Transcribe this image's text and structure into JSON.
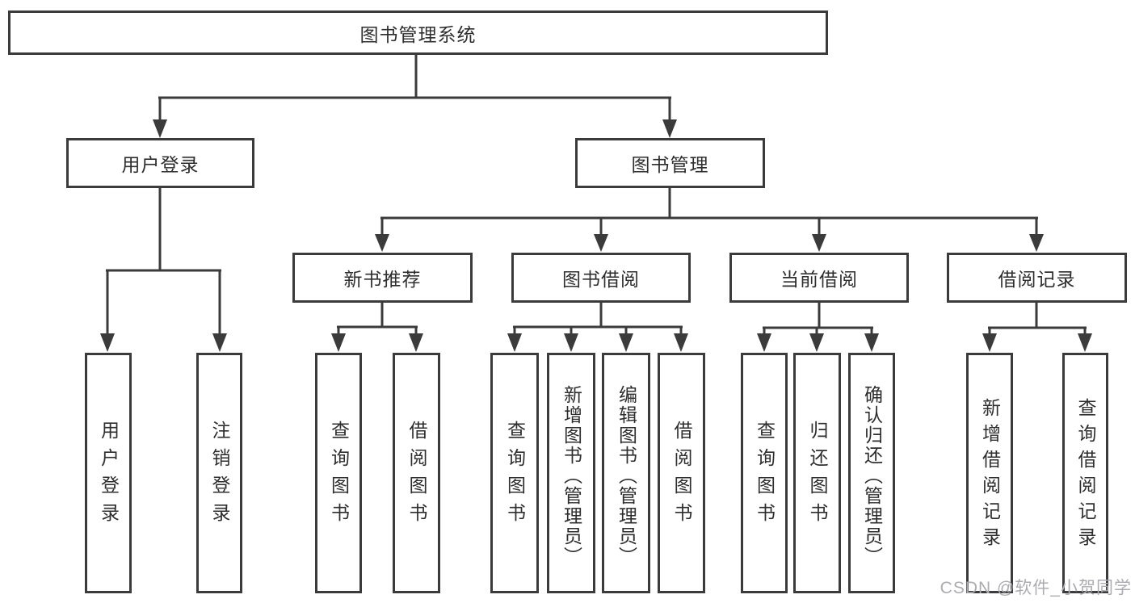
{
  "tree": {
    "label": "图书管理系统",
    "children": [
      {
        "label": "用户登录",
        "children": [
          {
            "label": "用户登录"
          },
          {
            "label": "注销登录"
          }
        ]
      },
      {
        "label": "图书管理",
        "children": [
          {
            "label": "新书推荐",
            "children": [
              {
                "label": "查询图书"
              },
              {
                "label": "借阅图书"
              }
            ]
          },
          {
            "label": "图书借阅",
            "children": [
              {
                "label": "查询图书"
              },
              {
                "label": "新增图书（管理员）"
              },
              {
                "label": "编辑图书（管理员）"
              },
              {
                "label": "借阅图书"
              }
            ]
          },
          {
            "label": "当前借阅",
            "children": [
              {
                "label": "查询图书"
              },
              {
                "label": "归还图书"
              },
              {
                "label": "确认归还（管理员）"
              }
            ]
          },
          {
            "label": "借阅记录",
            "children": [
              {
                "label": "新增借阅记录"
              },
              {
                "label": "查询借阅记录"
              }
            ]
          }
        ]
      }
    ]
  },
  "watermark": {
    "text": "CSDN @软件_小贺同学"
  },
  "colors": {
    "line": "#3b3b3b",
    "text": "#2e2e2e",
    "watermark": "#ababb2",
    "background": "#ffffff"
  }
}
